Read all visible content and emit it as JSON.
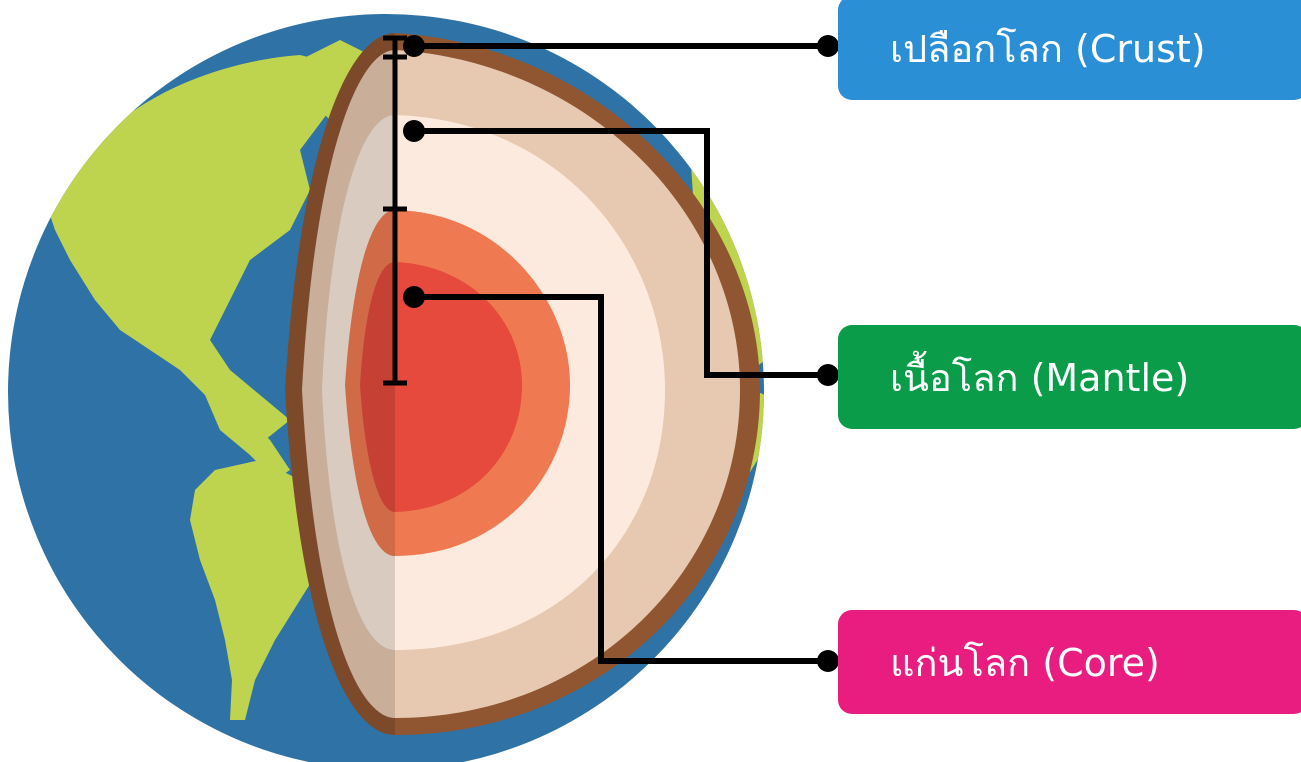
{
  "layers": [
    {
      "id": "crust",
      "label": "เปลือกโลก (Crust)",
      "color": "#2b8fd6"
    },
    {
      "id": "mantle",
      "label": "เนื้อโลก (Mantle)",
      "color": "#0a9c48"
    },
    {
      "id": "core",
      "label": "แก่นโลก (Core)",
      "color": "#e91c7f"
    }
  ],
  "colors": {
    "ocean": "#2f72a5",
    "land": "#bfd44e",
    "crust_rim": "#8f5631",
    "outer_mantle": "#e7c8b1",
    "inner_mantle": "#fbeadd",
    "outer_core": "#ef7a52",
    "inner_core": "#e54a3c",
    "lines": "#000000"
  }
}
